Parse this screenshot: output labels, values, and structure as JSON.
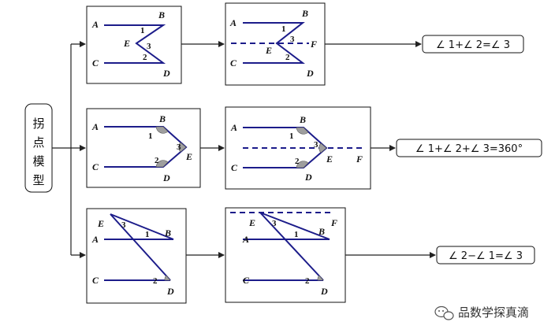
{
  "category": {
    "chars": [
      "拐",
      "点",
      "模",
      "型"
    ]
  },
  "results": {
    "row1": "∠ 1+∠ 2=∠ 3",
    "row2": "∠ 1+∠ 2+∠ 3=360°",
    "row3": "∠ 2−∠ 1=∠ 3"
  },
  "points": {
    "A": "A",
    "B": "B",
    "C": "C",
    "D": "D",
    "E": "E",
    "F": "F"
  },
  "angles": {
    "a1": "1",
    "a2": "2",
    "a3": "3"
  },
  "watermark": {
    "text": "品数学探真滴"
  },
  "colors": {
    "line": "#1c1c8a",
    "arc": "#9e9e9e"
  }
}
